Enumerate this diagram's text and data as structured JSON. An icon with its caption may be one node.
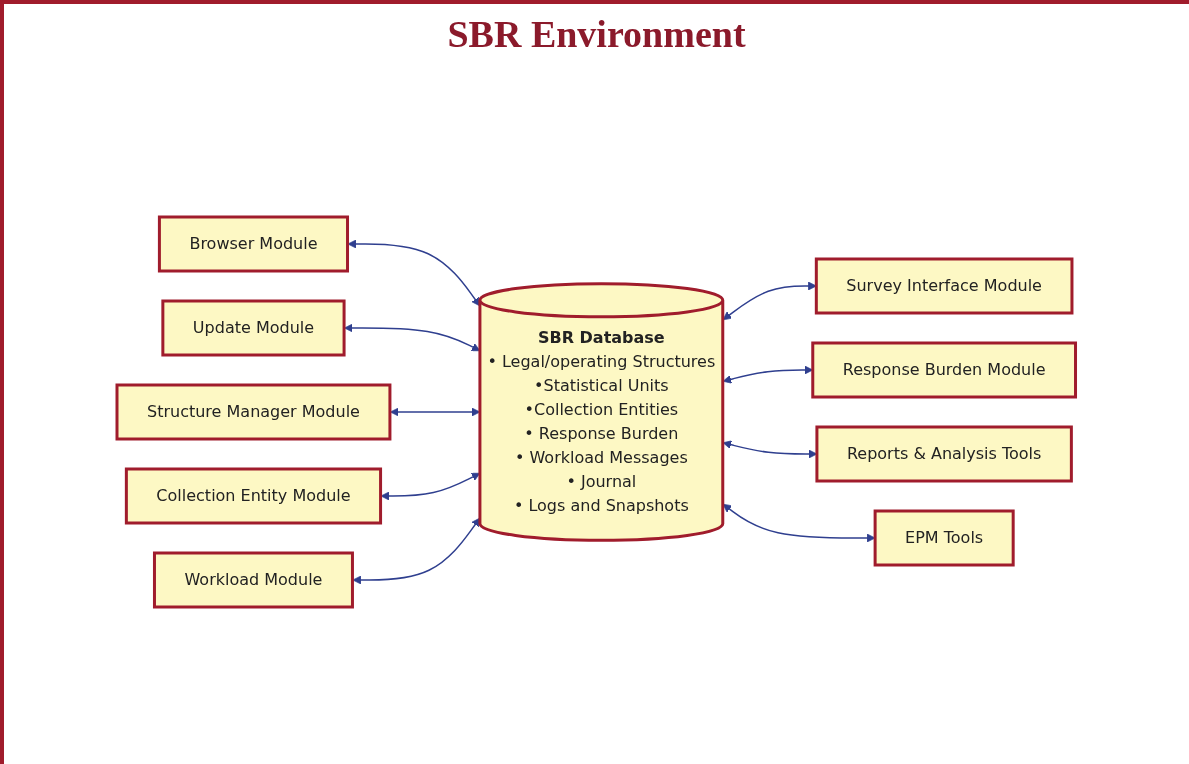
{
  "diagram": {
    "title": "SBR Environment",
    "nodes": [
      {
        "text": [
          "Browser Module"
        ]
      },
      {
        "text": [
          "Update Module"
        ]
      },
      {
        "text": [
          "Structure Manager Module"
        ]
      },
      {
        "text": [
          "Collection Entity Module"
        ]
      },
      {
        "text": [
          "Workload Module"
        ]
      },
      {
        "text": [
          "SBR Database",
          "• Legal/operating Structures",
          "•Statistical Units",
          "•Collection Entities",
          "• Response Burden",
          "• Workload Messages",
          "• Journal",
          "• Logs and Snapshots"
        ]
      },
      {
        "text": [
          "Survey Interface Module"
        ]
      },
      {
        "text": [
          "Response Burden Module"
        ]
      },
      {
        "text": [
          "Reports & Analysis Tools"
        ]
      },
      {
        "text": [
          "EPM Tools"
        ]
      }
    ],
    "edges": [
      {
        "from": 0,
        "to": 5,
        "arrow": "both"
      },
      {
        "from": 1,
        "to": 5,
        "arrow": "both"
      },
      {
        "from": 2,
        "to": 5,
        "arrow": "both"
      },
      {
        "from": 3,
        "to": 5,
        "arrow": "both"
      },
      {
        "from": 4,
        "to": 5,
        "arrow": "both"
      },
      {
        "from": 5,
        "to": 6,
        "arrow": "both"
      },
      {
        "from": 5,
        "to": 7,
        "arrow": "both"
      },
      {
        "from": 5,
        "to": 8,
        "arrow": "both"
      },
      {
        "from": 5,
        "to": 9,
        "arrow": "both"
      }
    ]
  }
}
